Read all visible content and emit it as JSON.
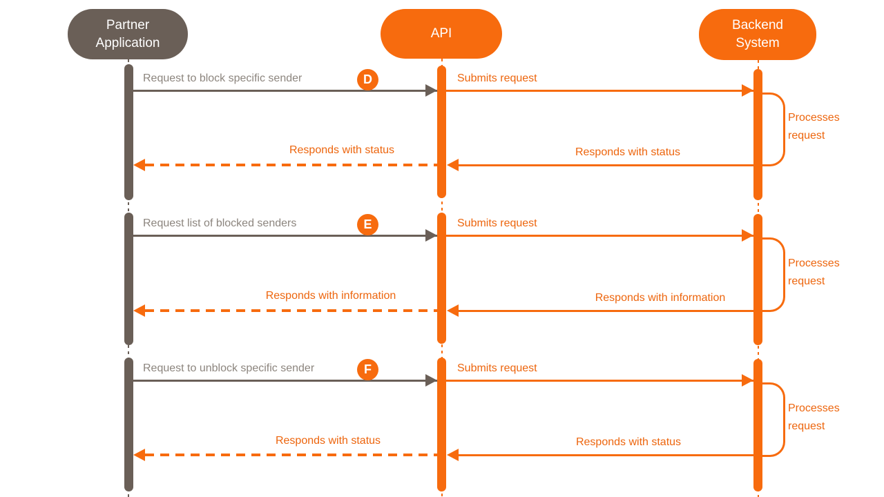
{
  "diagram": {
    "type": "sequence-diagram",
    "colors": {
      "accent_orange": "#F76B0E",
      "accent_orange_text": "#ED650D",
      "taupe": "#6A5F57",
      "gray_text": "#8C857E",
      "background": "#FFFFFF"
    },
    "actors": [
      {
        "id": "partner",
        "label": "Partner Application"
      },
      {
        "id": "api",
        "label": "API"
      },
      {
        "id": "backend",
        "label": "Backend System"
      }
    ],
    "sequences": [
      {
        "badge": "D",
        "request_label": "Request to block specific sender",
        "submit_label": "Submits request",
        "process_label": "Processes request",
        "response_backend_label": "Responds with status",
        "response_partner_label": "Responds with status"
      },
      {
        "badge": "E",
        "request_label": "Request list of blocked senders",
        "submit_label": "Submits request",
        "process_label": "Processes request",
        "response_backend_label": "Responds with information",
        "response_partner_label": "Responds with information"
      },
      {
        "badge": "F",
        "request_label": "Request to unblock specific sender",
        "submit_label": "Submits request",
        "process_label": "Processes request",
        "response_backend_label": "Responds with status",
        "response_partner_label": "Responds with status"
      }
    ]
  }
}
